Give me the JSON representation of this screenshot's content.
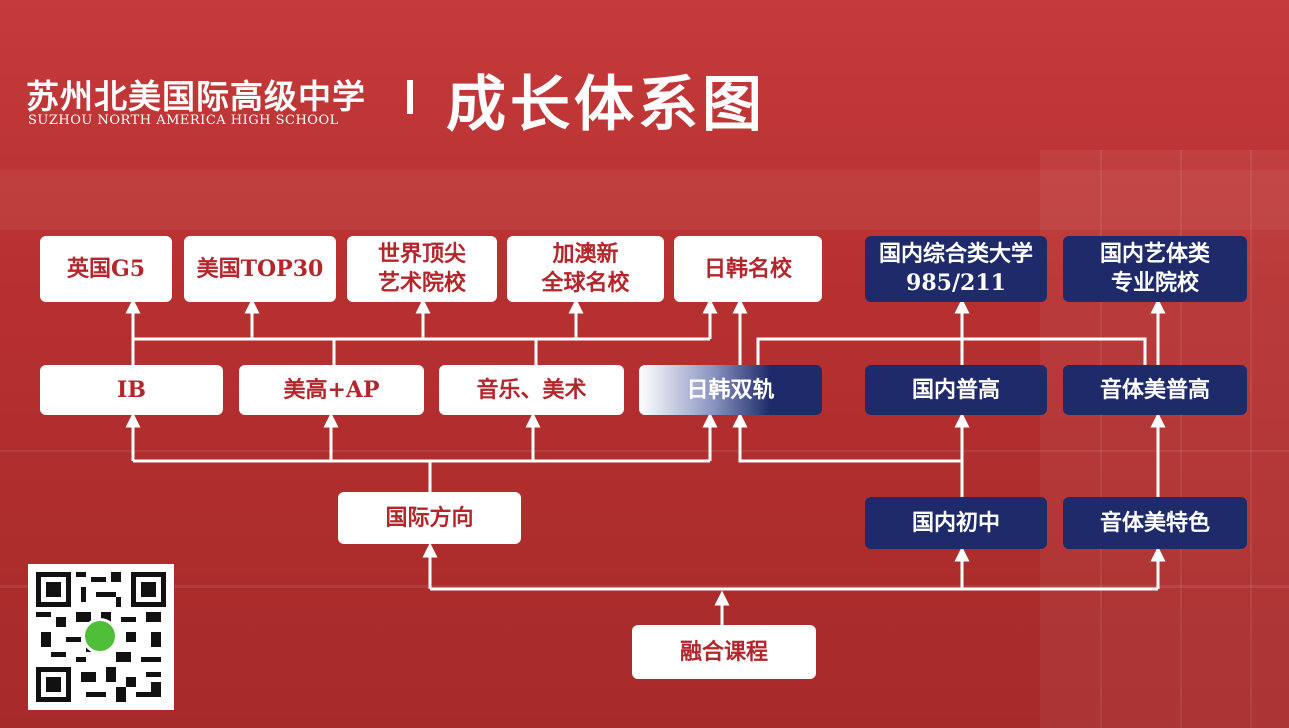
{
  "header": {
    "school_cn": "苏州北美国际高级中学",
    "school_en": "SUZHOU NORTH AMERICA HIGH SCHOOL",
    "title": "成长体系图"
  },
  "destinations": {
    "uk_g5": "英国G5",
    "us_top30": "美国TOP30",
    "world_art": "世界顶尖\n艺术院校",
    "aus_can_nz": "加澳新\n全球名校",
    "jp_kr": "日韩名校",
    "domestic_985": "国内综合类大学\n985/211",
    "domestic_art": "国内艺体类\n专业院校"
  },
  "tracks": {
    "ib": "IB",
    "us_ap": "美高+AP",
    "music_art": "音乐、美术",
    "jk_dual": "日韩双轨",
    "domestic_hs": "国内普高",
    "art_sports_hs": "音体美普高"
  },
  "foundations": {
    "intl": "国际方向",
    "domestic_junior": "国内初中",
    "art_sports_feature": "音体美特色",
    "fusion": "融合课程"
  },
  "colors": {
    "background": "#b73030",
    "navy": "#1e2a6a",
    "white_text": "#b3262b"
  }
}
